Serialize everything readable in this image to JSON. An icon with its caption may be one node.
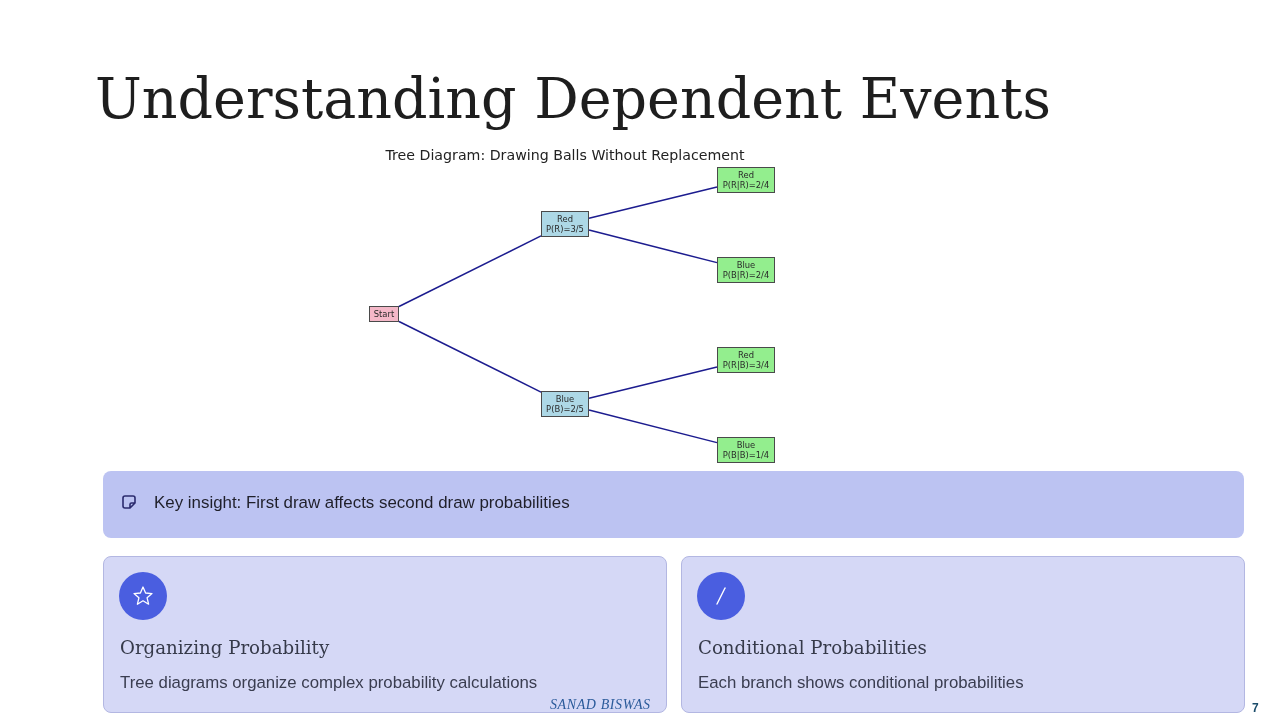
{
  "diagram": {
    "title": "Understanding Dependent Events",
    "nodes": [
      {
        "text": [
          "Start"
        ]
      },
      {
        "text": [
          "Red",
          "P(R)=3/5"
        ]
      },
      {
        "text": [
          "Red",
          "P(R|R)=2/4"
        ]
      },
      {
        "text": [
          "Blue",
          "P(B|R)=2/4"
        ]
      },
      {
        "text": [
          "Blue",
          "P(B)=2/5"
        ]
      },
      {
        "text": [
          "Red",
          "P(R|B)=3/4"
        ]
      },
      {
        "text": [
          "Blue",
          "P(B|B)=1/4"
        ]
      },
      {
        "text": [
          "Key insight: First draw affects second draw probabilities"
        ]
      },
      {
        "text": [
          "Organizing Probability",
          "Tree diagrams organize complex probability calculations"
        ]
      },
      {
        "text": [
          "Conditional Probabilities",
          "Each branch shows conditional probabilities"
        ]
      }
    ],
    "edges": [
      {
        "from": 0,
        "to": 1,
        "arrow": "none"
      },
      {
        "from": 1,
        "to": 2,
        "arrow": "none"
      },
      {
        "from": 1,
        "to": 3,
        "arrow": "none"
      },
      {
        "from": 0,
        "to": 4,
        "arrow": "none"
      },
      {
        "from": 4,
        "to": 5,
        "arrow": "none"
      },
      {
        "from": 4,
        "to": 6,
        "arrow": "none"
      }
    ],
    "labels": [
      "Tree Diagram: Drawing Balls Without Replacement",
      "SANAD BISWAS",
      "7"
    ]
  }
}
